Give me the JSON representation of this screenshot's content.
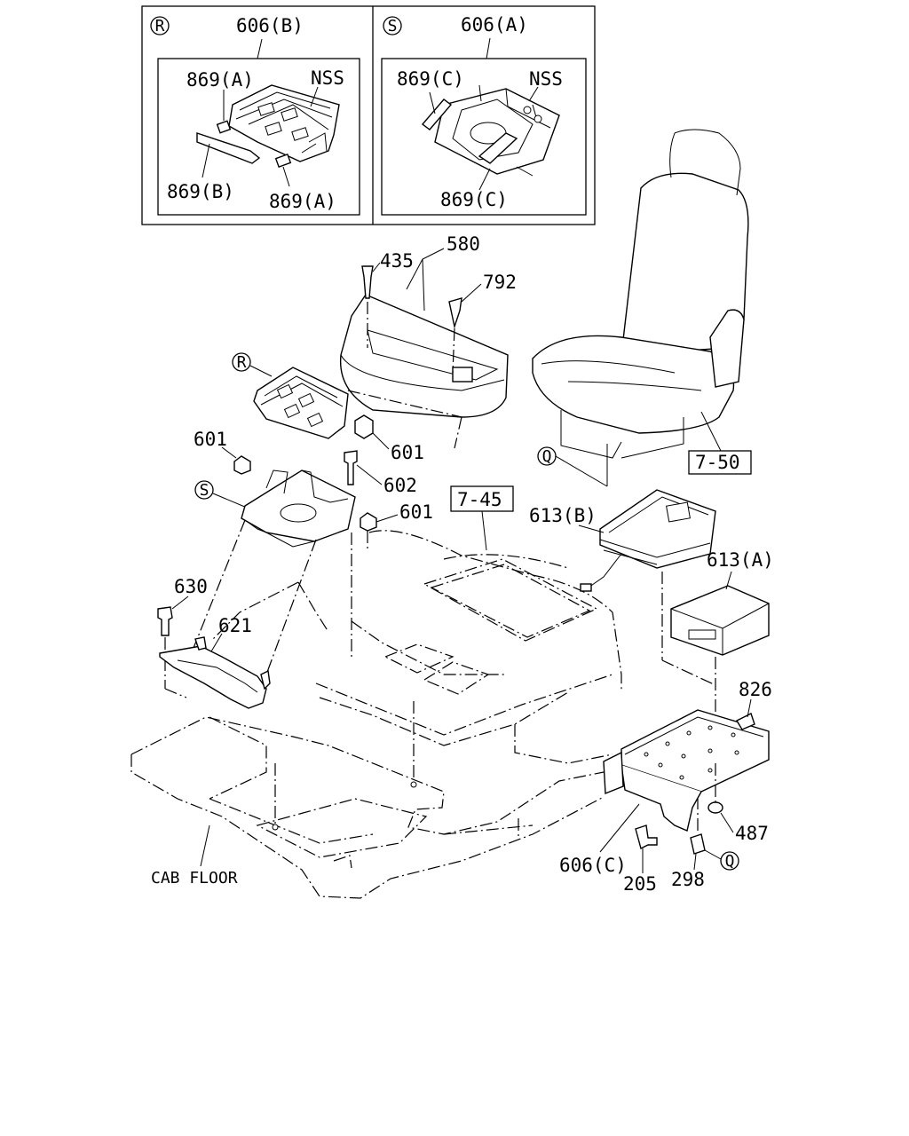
{
  "diagram": {
    "inset_r": {
      "symbol": "R",
      "assembly_label": "606(B)",
      "labels": {
        "a_top": "869(A)",
        "nss": "NSS",
        "b": "869(B)",
        "a_bottom": "869(A)"
      }
    },
    "inset_s": {
      "symbol": "S",
      "assembly_label": "606(A)",
      "labels": {
        "c_top": "869(C)",
        "nss": "NSS",
        "c_bottom": "869(C)"
      }
    },
    "callouts": {
      "p435": "435",
      "p580": "580",
      "p792": "792",
      "r_marker": "R",
      "p601_left": "601",
      "p601_nut": "601",
      "p602": "602",
      "p601_lower": "601",
      "s_marker": "S",
      "ref_7_45": "7-45",
      "ref_7_50": "7-50",
      "q_marker_top": "Q",
      "p613b": "613(B)",
      "p613a": "613(A)",
      "p630": "630",
      "p621": "621",
      "p826": "826",
      "p487": "487",
      "p606c": "606(C)",
      "p205": "205",
      "p298": "298",
      "q_marker_bottom": "Q",
      "cab_floor": "CAB FLOOR"
    }
  }
}
